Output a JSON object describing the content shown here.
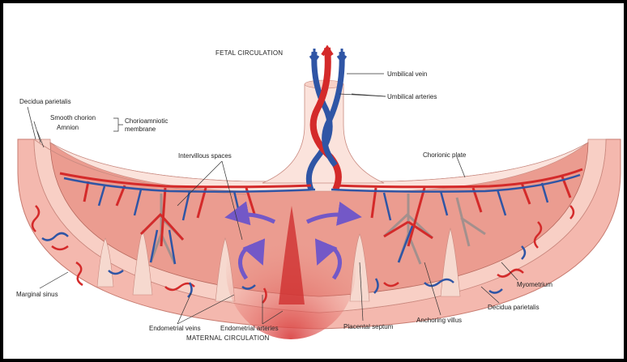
{
  "labels": {
    "fetal_circulation": "FETAL CIRCULATION",
    "umbilical_vein": "Umbilical vein",
    "umbilical_arteries": "Umbilical arteries",
    "decidua_parietalis_top": "Decidua parietalis",
    "smooth_chorion": "Smooth chorion",
    "amnion": "Amnion",
    "chorioamniotic_membrane_1": "Chorioamniotic",
    "chorioamniotic_membrane_2": "membrane",
    "intervillous_spaces": "Intervillous spaces",
    "chorionic_plate": "Chorionic plate",
    "marginal_sinus": "Marginal sinus",
    "myometrium": "Myometrium",
    "decidua_parietalis_bottom": "Decidua parietalis",
    "anchoring_villus": "Anchoring villus",
    "placental_septum": "Placental septum",
    "endometrial_veins": "Endometrial veins",
    "endometrial_arteries": "Endometrial arteries",
    "maternal_circulation": "MATERNAL CIRCULATION"
  },
  "colors": {
    "artery": "#d42a2a",
    "vein": "#2f55a5",
    "uterine_wall": "#f4b8ae",
    "placenta": "#eb9c90",
    "pale": "#fbe3dc",
    "flow_arrow": "#7358c7"
  }
}
